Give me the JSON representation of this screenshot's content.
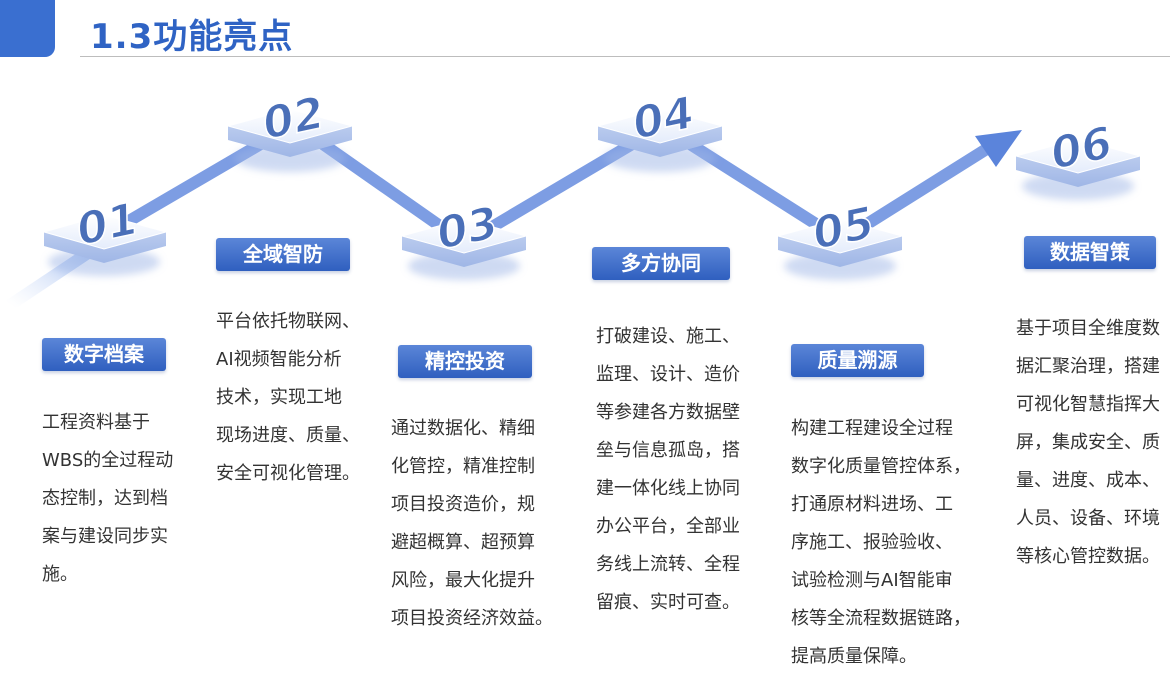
{
  "header": {
    "title": "1.3功能亮点"
  },
  "steps": [
    {
      "number": "01",
      "label": "数字档案",
      "text": [
        "工程资料基于",
        "WBS的全过程动",
        "态控制，达到档",
        "案与建设同步实",
        "施。"
      ]
    },
    {
      "number": "02",
      "label": "全域智防",
      "text": [
        "平台依托物联网、",
        "AI视频智能分析",
        "技术，实现工地",
        "现场进度、质量、",
        "安全可视化管理。"
      ]
    },
    {
      "number": "03",
      "label": "精控投资",
      "text": [
        "通过数据化、精细",
        "化管控，精准控制",
        "项目投资造价，规",
        "避超概算、超预算",
        "风险，最大化提升",
        "项目投资经济效益。"
      ]
    },
    {
      "number": "04",
      "label": "多方协同",
      "text": [
        "打破建设、施工、",
        "监理、设计、造价",
        "等参建各方数据壁",
        "垒与信息孤岛，搭",
        "建一体化线上协同",
        "办公平台，全部业",
        "务线上流转、全程",
        "留痕、实时可查。"
      ]
    },
    {
      "number": "05",
      "label": "质量溯源",
      "text": [
        "构建工程建设全过程",
        "数字化质量管控体系，",
        "打通原材料进场、工",
        "序施工、报验验收、",
        "试验检测与AI智能审",
        "核等全流程数据链路，",
        "提高质量保障。"
      ]
    },
    {
      "number": "06",
      "label": "数据智策",
      "text": [
        "基于项目全维度数",
        "据汇聚治理，搭建",
        "可视化智慧指挥大",
        "屏，集成安全、质",
        "量、进度、成本、",
        "人员、设备、环境",
        "等核心管控数据。"
      ]
    }
  ],
  "colors": {
    "accent": "#2f63c4",
    "badge": "#3f6fcb",
    "connector": "#7d9de3"
  }
}
